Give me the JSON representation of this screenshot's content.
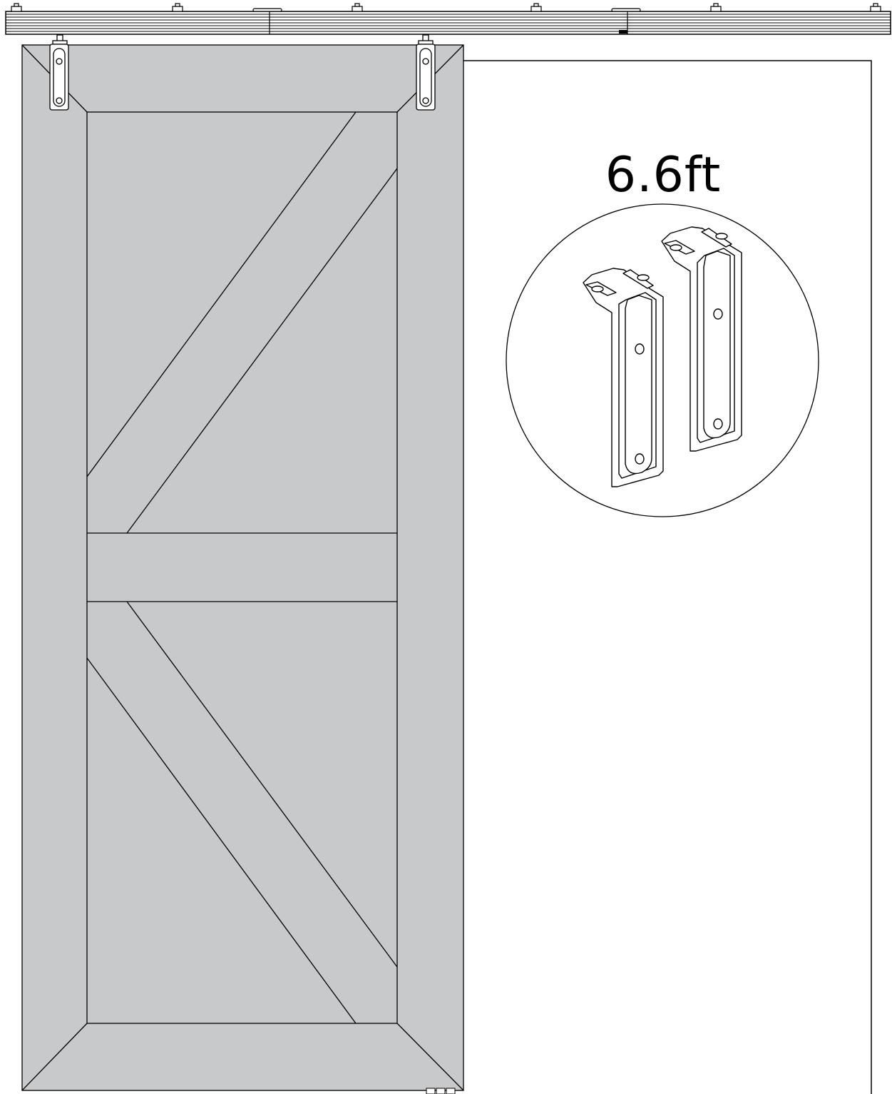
{
  "length_label": "6.6ft",
  "colors": {
    "door_fill": "#c8c9cb",
    "line": "#000000",
    "background": "#ffffff"
  },
  "icons": {
    "track": "sliding-barn-door-track-rail",
    "hanger": "door-hanger-strap",
    "detail": "bent-hanger-bracket-closeup"
  }
}
